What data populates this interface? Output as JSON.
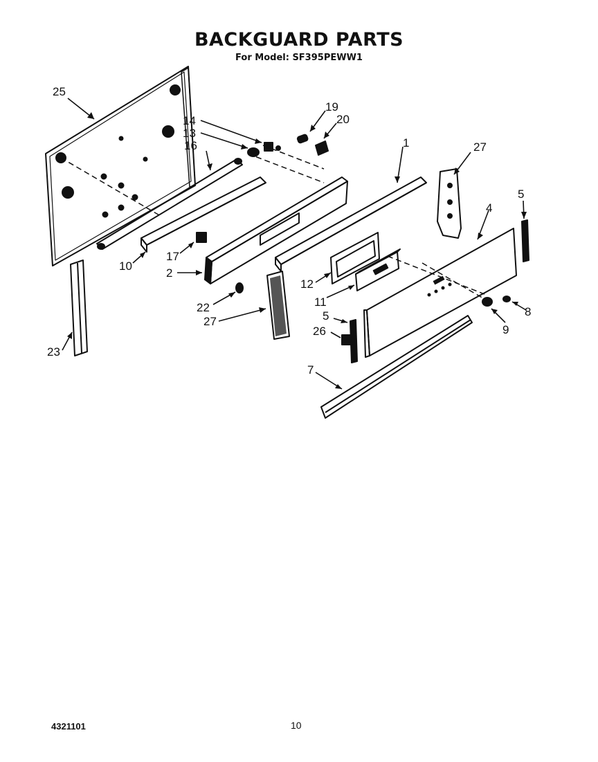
{
  "title": "BACKGUARD PARTS",
  "subtitle": "For Model: SF395PEWW1",
  "footer": {
    "doc_number": "4321101",
    "page_number": "10"
  },
  "callouts": [
    {
      "id": "c25",
      "label": "25"
    },
    {
      "id": "c14",
      "label": "14"
    },
    {
      "id": "c13",
      "label": "13"
    },
    {
      "id": "c16",
      "label": "16"
    },
    {
      "id": "c19",
      "label": "19"
    },
    {
      "id": "c20",
      "label": "20"
    },
    {
      "id": "c1",
      "label": "1"
    },
    {
      "id": "c27a",
      "label": "27"
    },
    {
      "id": "c5a",
      "label": "5"
    },
    {
      "id": "c4",
      "label": "4"
    },
    {
      "id": "c10",
      "label": "10"
    },
    {
      "id": "c17",
      "label": "17"
    },
    {
      "id": "c2",
      "label": "2"
    },
    {
      "id": "c22",
      "label": "22"
    },
    {
      "id": "c27b",
      "label": "27"
    },
    {
      "id": "c12",
      "label": "12"
    },
    {
      "id": "c11",
      "label": "11"
    },
    {
      "id": "c5b",
      "label": "5"
    },
    {
      "id": "c26",
      "label": "26"
    },
    {
      "id": "c8",
      "label": "8"
    },
    {
      "id": "c9",
      "label": "9"
    },
    {
      "id": "c23",
      "label": "23"
    },
    {
      "id": "c7",
      "label": "7"
    }
  ]
}
